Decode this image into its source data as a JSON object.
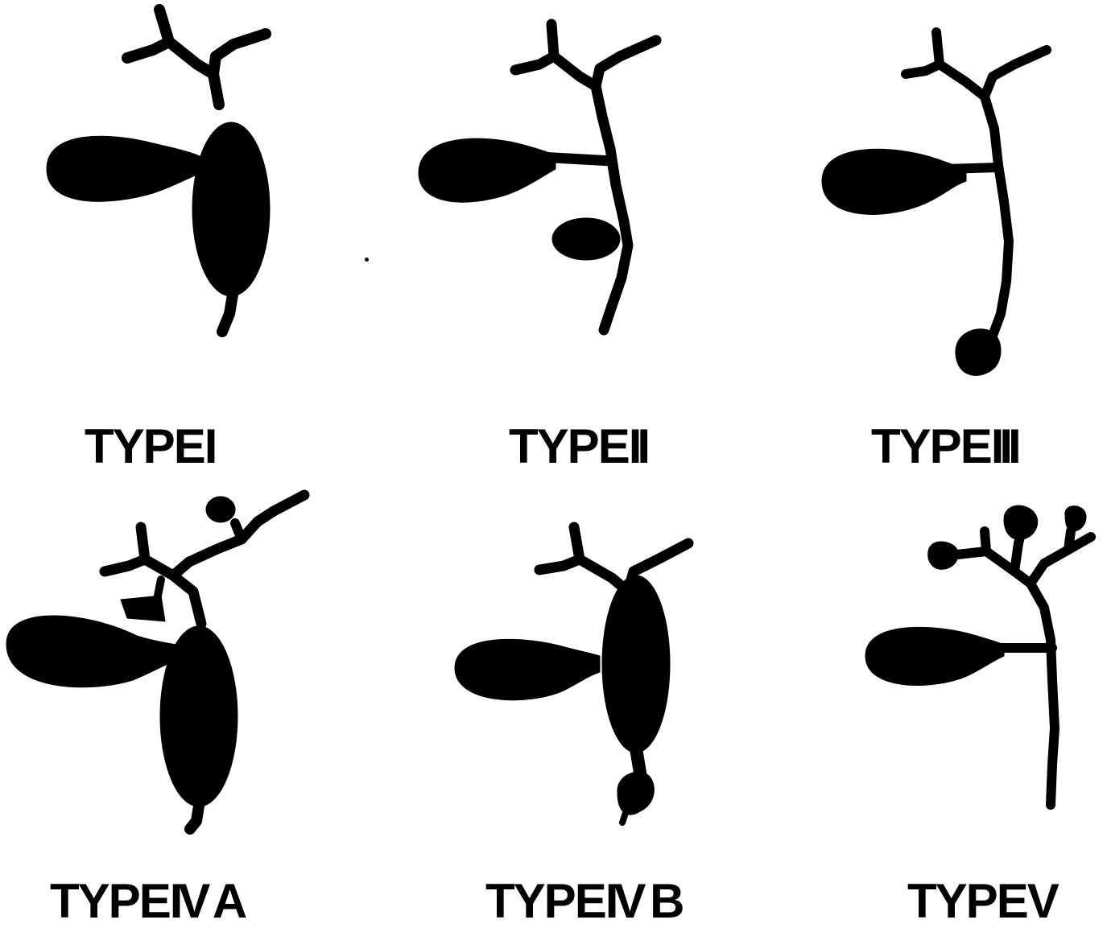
{
  "figure": {
    "background_color": "#ffffff",
    "ink_color": "#000000",
    "panels": [
      {
        "id": "type-1",
        "label_prefix": "TYPE",
        "label_suffix": "I"
      },
      {
        "id": "type-2",
        "label_prefix": "TYPE",
        "label_suffix": "II"
      },
      {
        "id": "type-3",
        "label_prefix": "TYPE",
        "label_suffix": "III"
      },
      {
        "id": "type-4a",
        "label_prefix": "TYPE",
        "label_suffix": "IV A"
      },
      {
        "id": "type-4b",
        "label_prefix": "TYPE",
        "label_suffix": "IV B"
      },
      {
        "id": "type-5",
        "label_prefix": "TYPE",
        "label_suffix": "V"
      }
    ]
  }
}
